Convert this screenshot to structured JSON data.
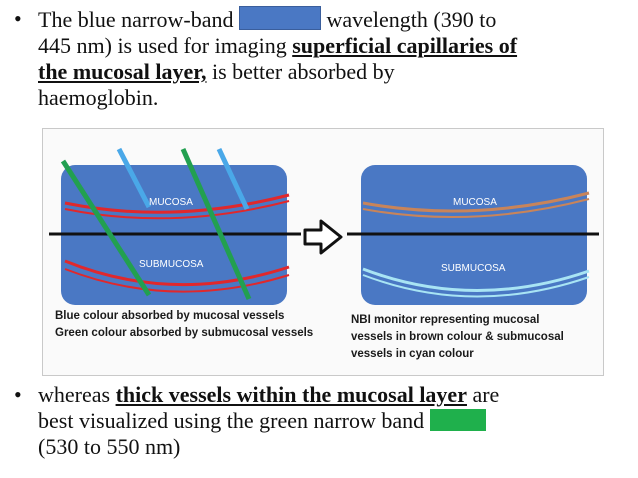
{
  "bullet1": {
    "bullet": "•",
    "text_a": "The blue narrow-band",
    "text_b": "wavelength (390 to",
    "text_c": "445 nm) is used for imaging",
    "emph": "superficial capillaries of",
    "emph2": "the mucosal layer,",
    "text_d": "is better absorbed by",
    "text_e": "haemoglobin."
  },
  "figure": {
    "left": {
      "layer_top": "MUCOSA",
      "layer_bottom": "SUBMUCOSA",
      "caption_line1": "Blue colour absorbed by mucosal vessels",
      "caption_line2": "Green colour absorbed by submucosal vessels"
    },
    "right": {
      "layer_top": "MUCOSA",
      "layer_bottom": "SUBMUCOSA",
      "caption_line1": "NBI monitor representing mucosal",
      "caption_line2": "vessels in brown colour & submucosal",
      "caption_line3": "vessels in cyan colour"
    },
    "colors": {
      "panel": "#4a78c4",
      "blue_light": "#4aa8e8",
      "green_light": "#22a050",
      "red_vessel": "#e0282c",
      "brown_vessel": "#c8845a",
      "cyan_vessel": "#a8e4f4"
    }
  },
  "bullet2": {
    "bullet": "•",
    "text_a": "whereas",
    "emph": "thick vessels within the mucosal layer",
    "text_b": "are",
    "text_c": "best visualized using the green narrow band",
    "text_d": "(530 to 550 nm)"
  }
}
